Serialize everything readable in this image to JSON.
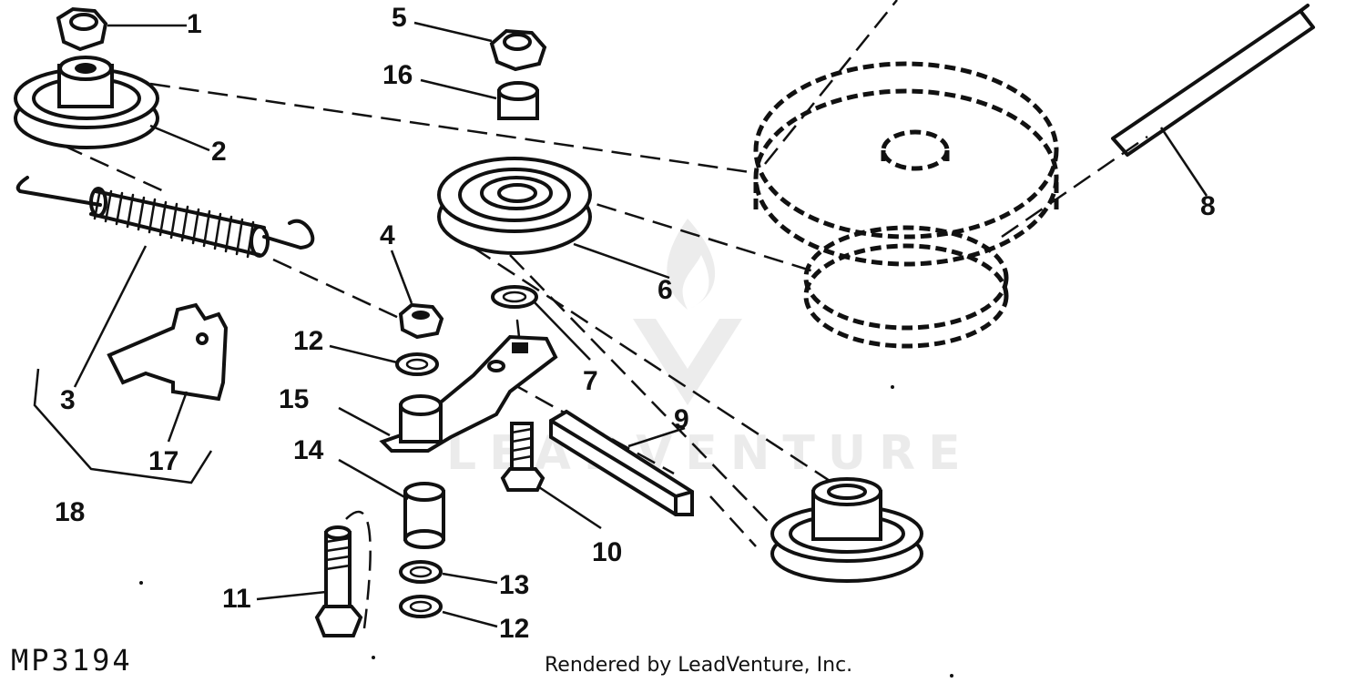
{
  "figure": {
    "id": "MP3194",
    "credit": "Rendered by LeadVenture, Inc.",
    "watermark": "LEADVENTURE",
    "ink_color": "#111111",
    "watermark_color": "#e8e8e8"
  },
  "callouts": [
    {
      "id": "c1",
      "text": "1"
    },
    {
      "id": "c2",
      "text": "2"
    },
    {
      "id": "c3",
      "text": "3"
    },
    {
      "id": "c4",
      "text": "4"
    },
    {
      "id": "c5",
      "text": "5"
    },
    {
      "id": "c6",
      "text": "6"
    },
    {
      "id": "c7",
      "text": "7"
    },
    {
      "id": "c8",
      "text": "8"
    },
    {
      "id": "c9",
      "text": "9"
    },
    {
      "id": "c10",
      "text": "10"
    },
    {
      "id": "c11",
      "text": "11"
    },
    {
      "id": "c12a",
      "text": "12"
    },
    {
      "id": "c12b",
      "text": "12"
    },
    {
      "id": "c13",
      "text": "13"
    },
    {
      "id": "c14",
      "text": "14"
    },
    {
      "id": "c15",
      "text": "15"
    },
    {
      "id": "c16",
      "text": "16"
    },
    {
      "id": "c17",
      "text": "17"
    },
    {
      "id": "c18",
      "text": "18"
    }
  ]
}
